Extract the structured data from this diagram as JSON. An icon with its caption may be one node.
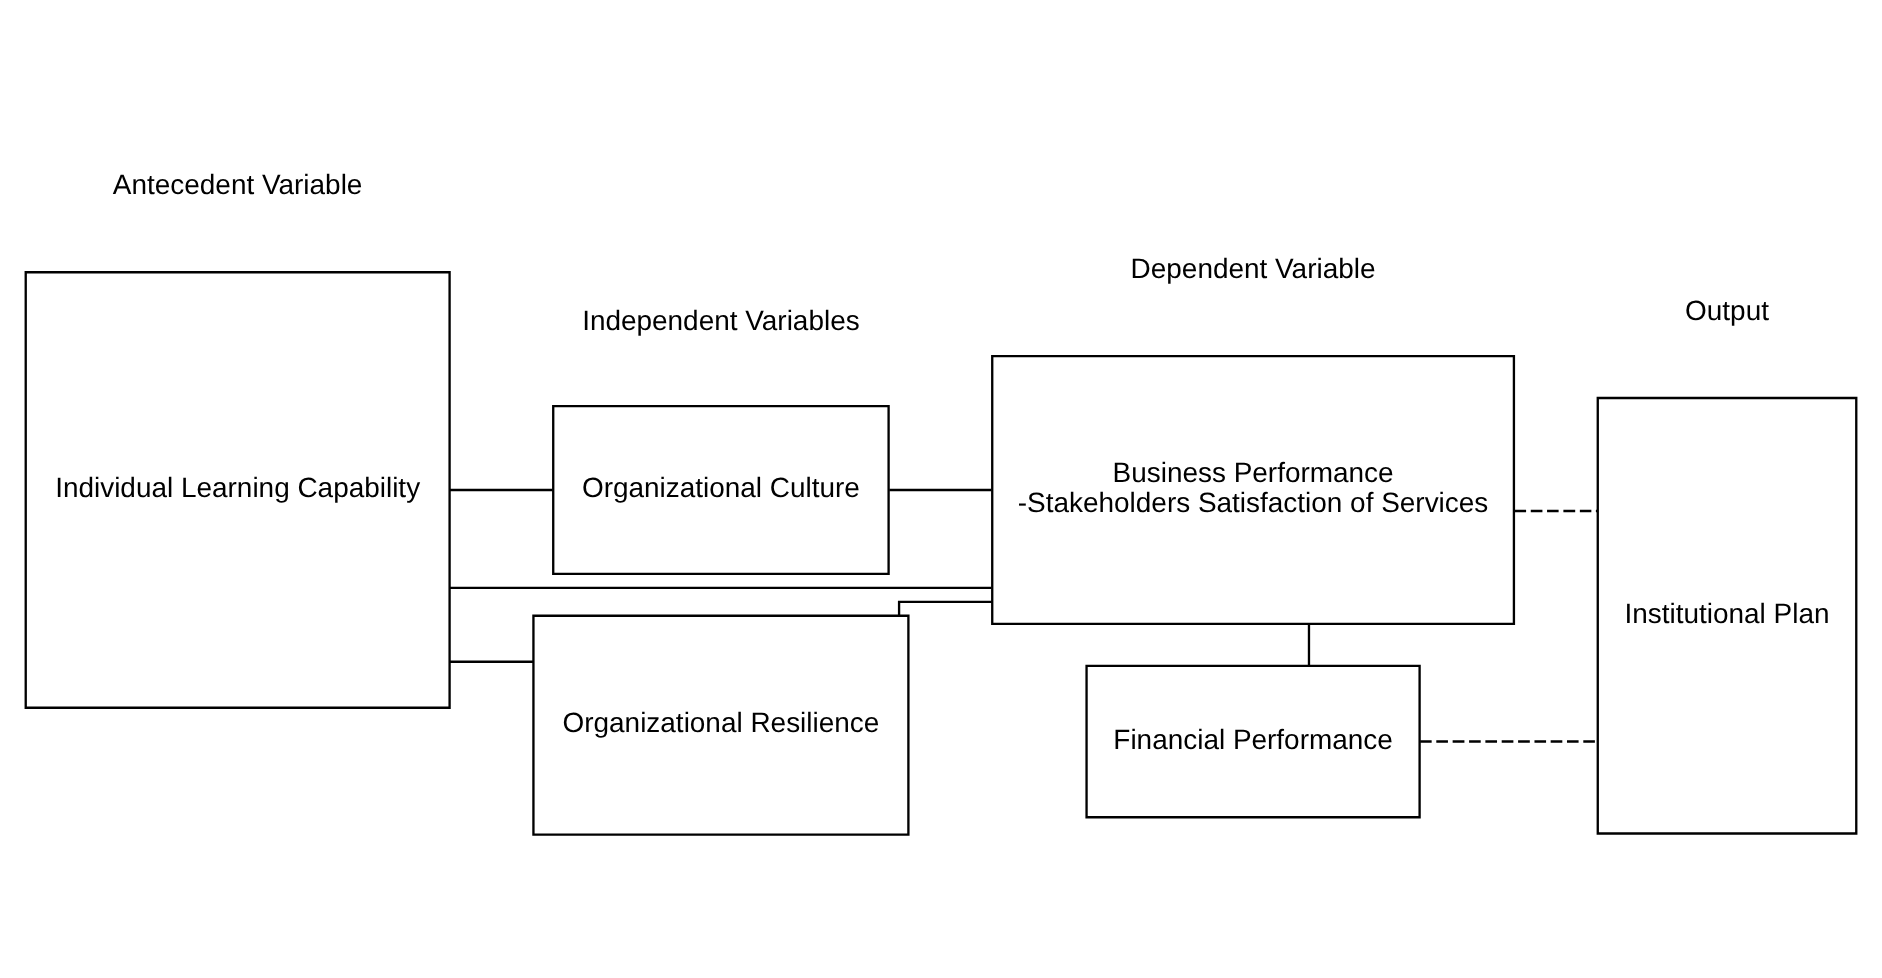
{
  "diagram": {
    "nodes": [
      {
        "text": [
          "Individual Learning Capability"
        ]
      },
      {
        "text": [
          "Organizational Culture"
        ]
      },
      {
        "text": [
          "Business Performance",
          "-Stakeholders Satisfaction of Services"
        ]
      },
      {
        "text": [
          "Organizational Resilience"
        ]
      },
      {
        "text": [
          "Financial Performance"
        ]
      },
      {
        "text": [
          "Institutional Plan"
        ]
      }
    ],
    "edges": [
      {
        "from": 0,
        "to": 2,
        "arrow": "none"
      },
      {
        "from": 0,
        "to": 1,
        "arrow": "none"
      },
      {
        "from": 0,
        "to": 3,
        "arrow": "none"
      },
      {
        "from": 1,
        "to": 2,
        "arrow": "none"
      },
      {
        "from": 3,
        "to": 2,
        "arrow": "none"
      },
      {
        "from": 2,
        "to": 4,
        "arrow": "none"
      },
      {
        "from": 2,
        "to": 5,
        "arrow": "none",
        "style": "dashed"
      },
      {
        "from": 4,
        "to": 5,
        "arrow": "none",
        "style": "dashed"
      }
    ],
    "labels": [
      "Antecedent Variable",
      "Independent Variables",
      "Dependent Variable",
      "Output"
    ]
  }
}
